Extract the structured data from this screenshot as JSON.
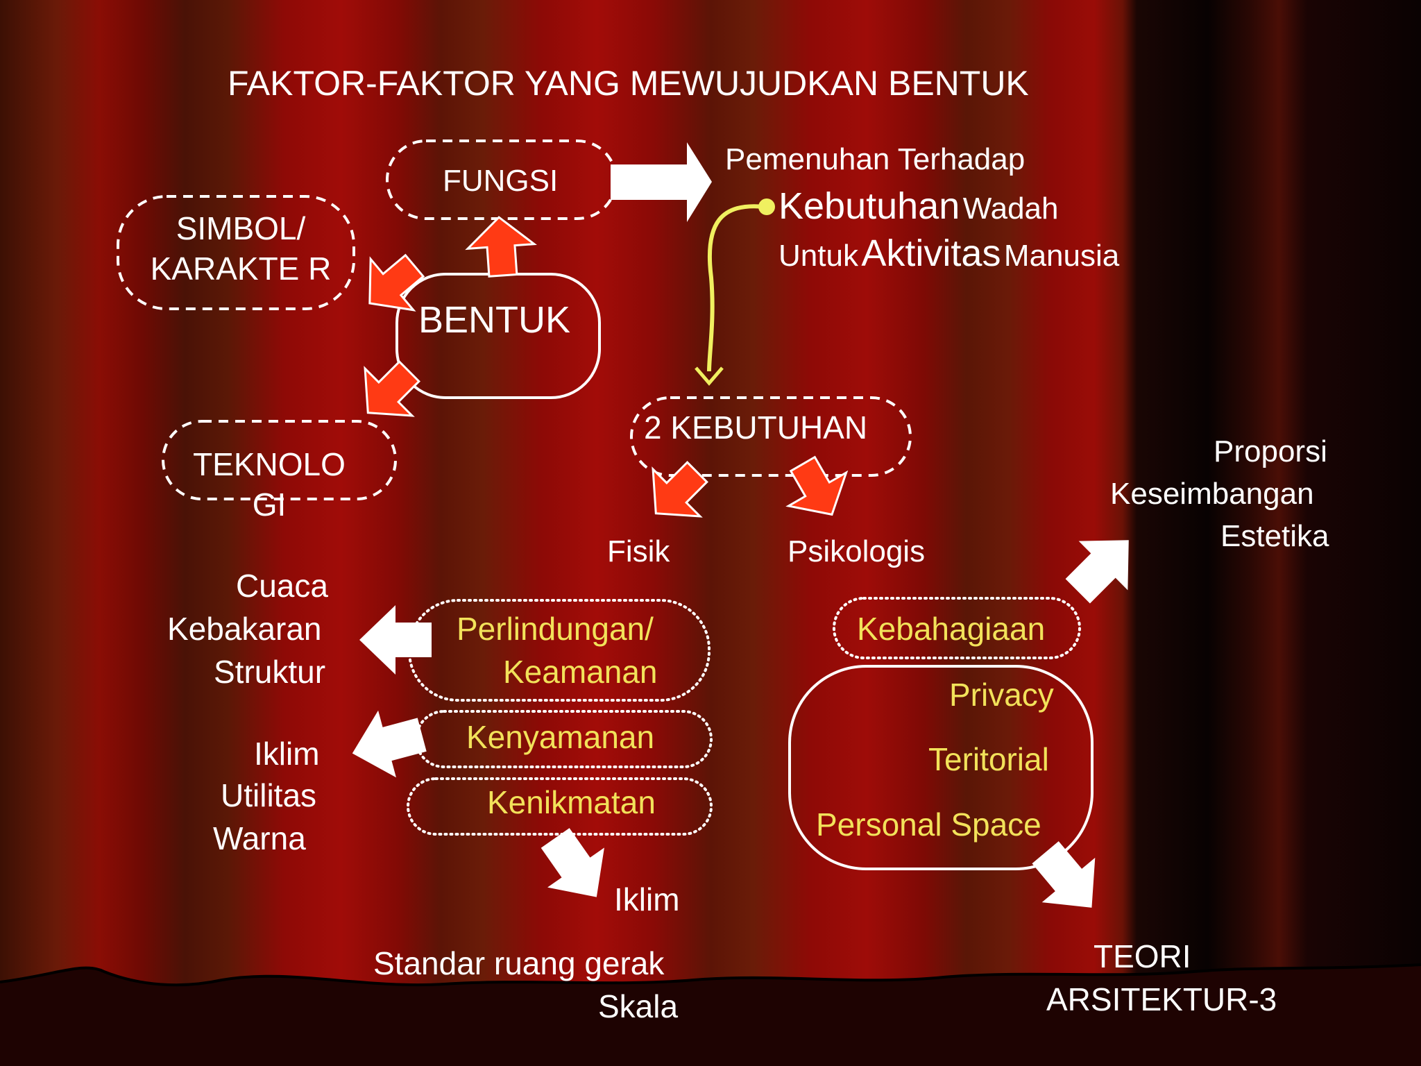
{
  "title": "FAKTOR-FAKTOR YANG MEWUJUDKAN BENTUK",
  "nodes": {
    "bentuk": "BENTUK",
    "fungsi": "FUNGSI",
    "simbol": "SIMBOL/ KARAKTE R",
    "teknologi": "TEKNOLO GI",
    "dua_kebutuhan": "2 KEBUTUHAN"
  },
  "pemenuhan": {
    "line1": "Pemenuhan Terhadap",
    "kebutuhan": "Kebutuhan",
    "wadah": "Wadah",
    "untuk": "Untuk",
    "aktivitas": "Aktivitas",
    "manusia": "Manusia"
  },
  "fisik": {
    "label": "Fisik",
    "perlindungan_1": "Perlindungan/",
    "perlindungan_2": "Keamanan",
    "kenyamanan": "Kenyamanan",
    "kenikmatan": "Kenikmatan",
    "out_perlindungan": [
      "Cuaca",
      "Kebakaran",
      "Struktur"
    ],
    "out_kenyamanan": [
      "Iklim",
      "Utilitas",
      "Warna"
    ],
    "out_kenikmatan": "Iklim",
    "bottom": [
      "Standar ruang gerak",
      "Skala"
    ]
  },
  "psikologis": {
    "label": "Psikologis",
    "kebahagiaan": "Kebahagiaan",
    "items": [
      "Privacy",
      "Teritorial",
      "Personal Space"
    ],
    "out_kebahagiaan": [
      "Proporsi",
      "Keseimbangan",
      "Estetika"
    ],
    "footer": [
      "TEORI",
      "ARSITEKTUR-3"
    ]
  },
  "colors": {
    "white": "#ffffff",
    "yellow": "#f2e25a",
    "red_arrow": "#ff3a14",
    "connector": "#f0f060"
  }
}
